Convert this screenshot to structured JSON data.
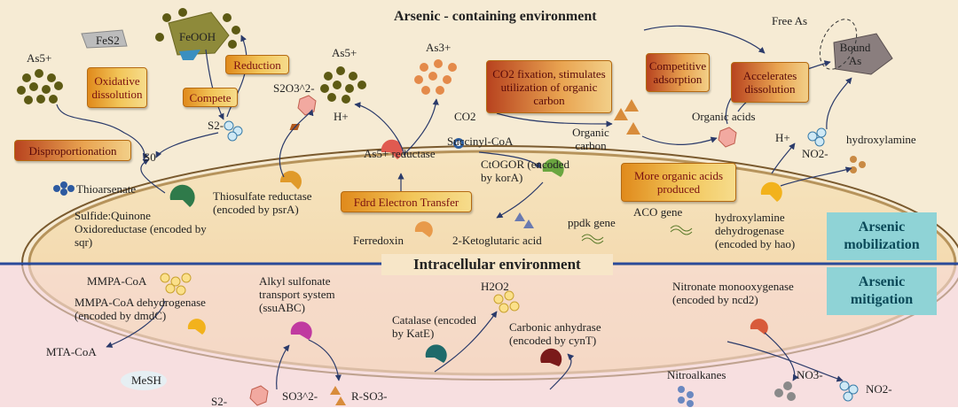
{
  "regions": {
    "top_title": "Arsenic - containing environment",
    "middle_title": "Intracellular environment",
    "badge_mobilization": "Arsenic mobilization",
    "badge_mitigation": "Arsenic mitigation"
  },
  "species": {
    "as5_left": "As5+",
    "fes2": "FeS2",
    "feooh": "FeOOH",
    "s_minus": "S2-",
    "s2o3": "S2O3^2-",
    "as5_mid": "As5+",
    "h_plus": "H+",
    "as3": "As3+",
    "co2": "CO2",
    "s0": "S0",
    "free_as": "Free As",
    "bound_as": "Bound As",
    "organic_acids": "Organic acids",
    "organic_carbon": "Organic carbon",
    "h_plus2": "H+",
    "no2": "NO2-",
    "hydroxylamine": "hydroxylamine",
    "thioarsenate": "Thioarsenate",
    "succinyl": "Succinyl-CoA",
    "ferredoxin": "Ferredoxin",
    "ketoglutaric": "2-Ketoglutaric acid",
    "mmpa": "MMPA-CoA",
    "mta": "MTA-CoA",
    "mesh": "MeSH",
    "h2o2": "H2O2",
    "s2_bottom": "S2-",
    "so3": "SO3^2-",
    "rso3": "R-SO3-",
    "nitroalkanes": "Nitroalkanes",
    "no3": "NO3-",
    "no2b": "NO2-"
  },
  "processes": {
    "oxidative": "Oxidative dissolution",
    "reduction": "Reduction",
    "compete": "Compete",
    "disproportionation": "Disproportionation",
    "co2_fix": "CO2 fixation, stimulates utilization of organic carbon",
    "competitive": "Competitive adsorption",
    "accelerates": "Accelerates dissolution",
    "more_organic": "More organic acids produced",
    "fd_transfer": "Fdrd Electron Transfer"
  },
  "enzymes": {
    "sqr": "Sulfide:Quinone Oxidoreductase (encoded by sqr)",
    "psra": "Thiosulfate reductase (encoded by psrA)",
    "as_reductase": "As5+ reductase",
    "ctogor": "CtOGOR (encoded by korA)",
    "ppdk": "ppdk gene",
    "aco": "ACO gene",
    "hao": "hydroxylamine dehydrogenase (encoded by hao)",
    "dmdc": "MMPA-CoA dehydrogenase (encoded by dmdC)",
    "ssu": "Alkyl sulfonate transport system (ssuABC)",
    "katE": "Catalase (encoded by KatE)",
    "cynT": "Carbonic anhydrase (encoded by cynT)",
    "ncd2": "Nitronate monooxygenase (encoded by ncd2)"
  },
  "colors": {
    "top_bg": "#f6ebd4",
    "bottom_bg": "#f7dfe0",
    "cell_fill": "#f5dfb8",
    "cell_stroke": "#6b4a22",
    "divider": "#2a4a9a",
    "teal": "#8fd3d6",
    "olive_dot": "#5d5a14",
    "orange_dot": "#e48a4a"
  }
}
